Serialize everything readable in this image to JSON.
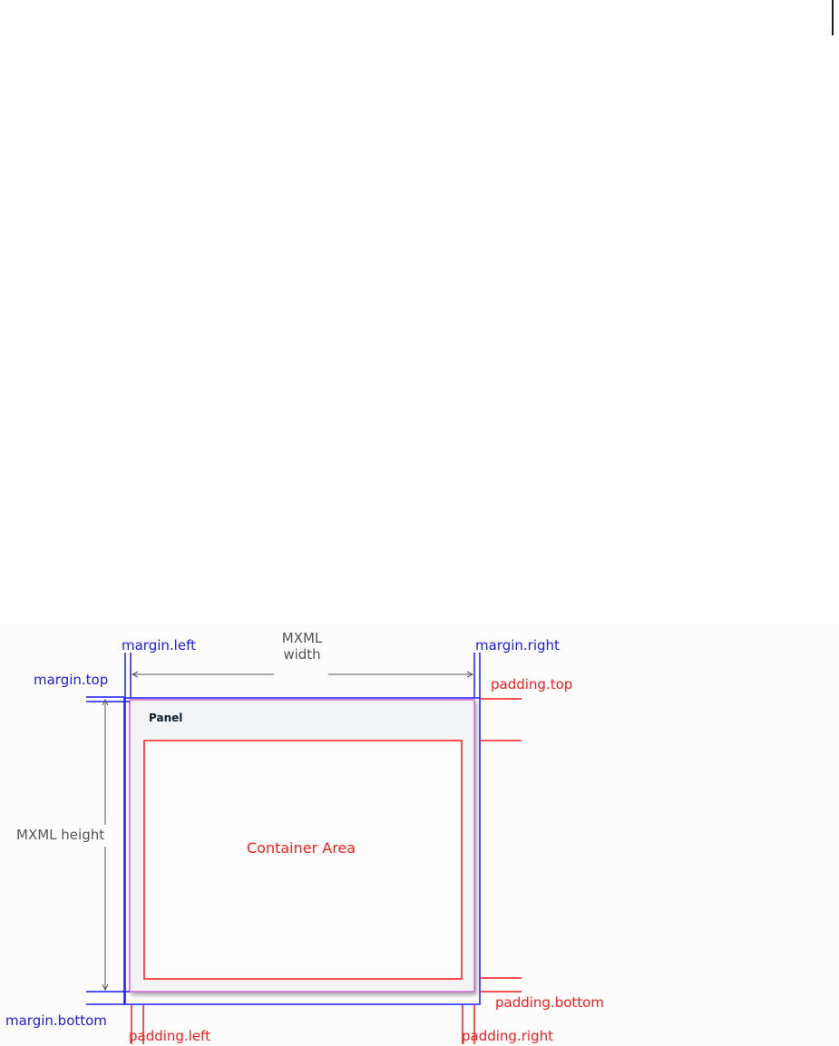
{
  "labels": {
    "margin_left": "margin.left",
    "margin_right": "margin.right",
    "margin_top": "margin.top",
    "margin_bottom": "margin.bottom",
    "padding_top": "padding.top",
    "padding_bottom": "padding.bottom",
    "padding_left": "padding.left",
    "padding_right": "padding.right",
    "mxml_width_line1": "MXML",
    "mxml_width_line2": "width",
    "mxml_height": "MXML height",
    "panel_title": "Panel",
    "container_area": "Container Area"
  },
  "colors": {
    "margin": "#1a1aff",
    "padding": "#ff1a1a",
    "dimension": "#555555",
    "panel_border": "#cc66cc"
  }
}
